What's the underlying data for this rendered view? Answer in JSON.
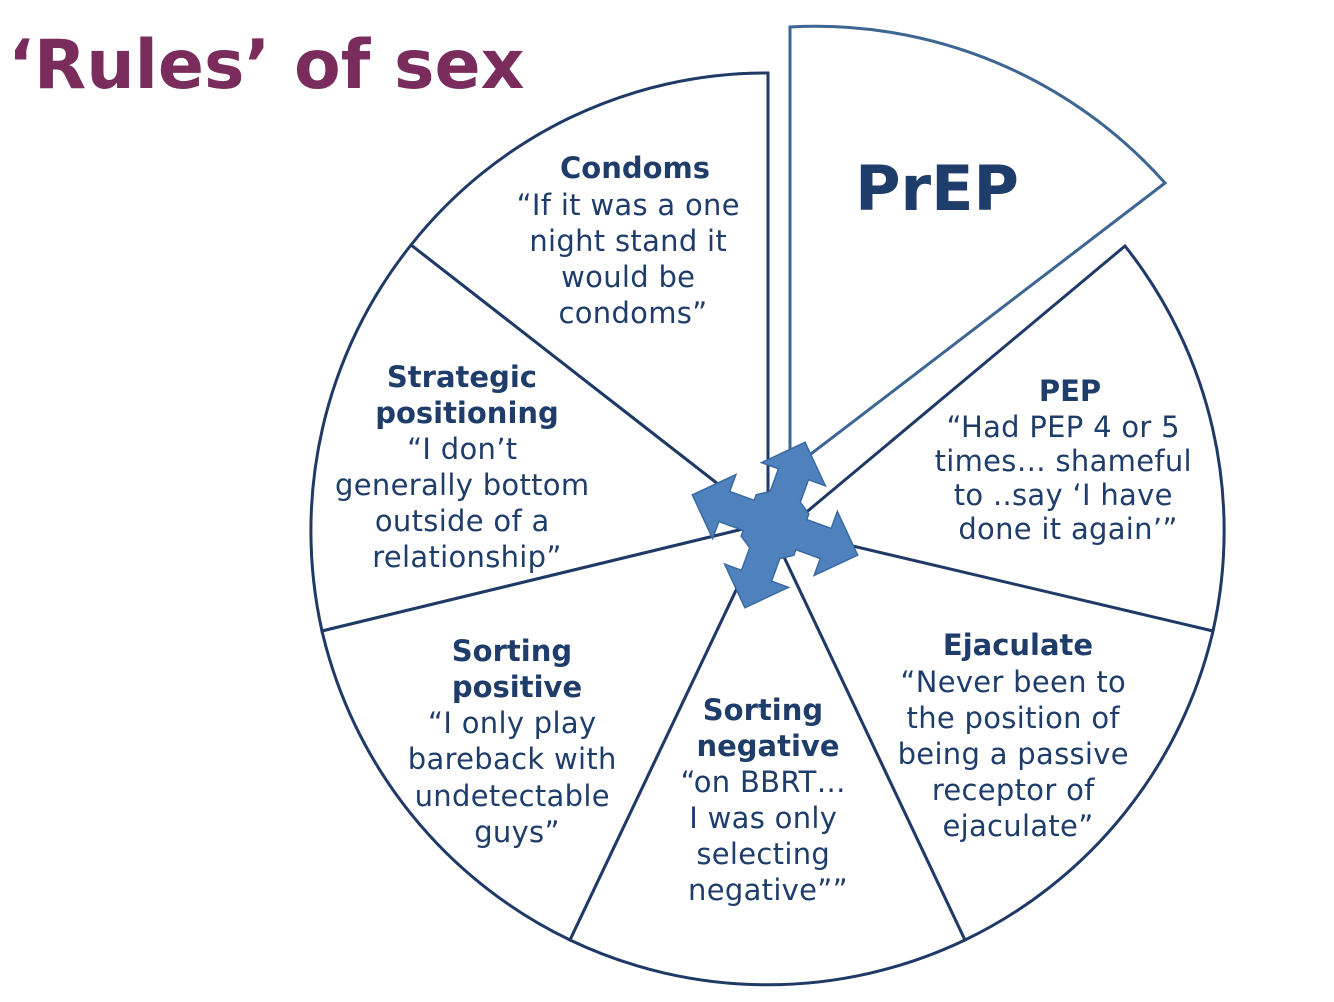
{
  "title": "‘Rules’ of sex",
  "center_icon": "four-way-arrows-icon",
  "colors": {
    "title": "#7a2d5c",
    "text": "#1f3d6b",
    "outline": "#1f3a66",
    "arrows": "#4f81bd"
  },
  "segments": {
    "prep": {
      "heading": "PrEP"
    },
    "pep": {
      "heading": "PEP",
      "quote": [
        "“Had PEP 4 or 5",
        "times… shameful",
        "to ..say ‘I have",
        "done it again’”"
      ]
    },
    "ejaculate": {
      "heading": [
        "Ejaculate"
      ],
      "quote": [
        "“Never been to",
        "the position of",
        "being a passive",
        "receptor of",
        "ejaculate”"
      ]
    },
    "sorting_negative": {
      "heading": [
        "Sorting",
        "negative"
      ],
      "quote": [
        "“on BBRT…",
        "I was only",
        "selecting",
        "negative””"
      ]
    },
    "sorting_positive": {
      "heading": [
        "Sorting",
        "positive"
      ],
      "quote": [
        "“I only play",
        "bareback with",
        "undetectable",
        "guys”"
      ]
    },
    "strategic_positioning": {
      "heading": [
        "Strategic",
        "positioning"
      ],
      "quote": [
        "“I don’t",
        "generally bottom",
        "outside of a",
        "relationship”"
      ]
    },
    "condoms": {
      "heading": [
        "Condoms"
      ],
      "quote": [
        "“If it was a one",
        "night stand it",
        "would be",
        "condoms”"
      ]
    }
  }
}
